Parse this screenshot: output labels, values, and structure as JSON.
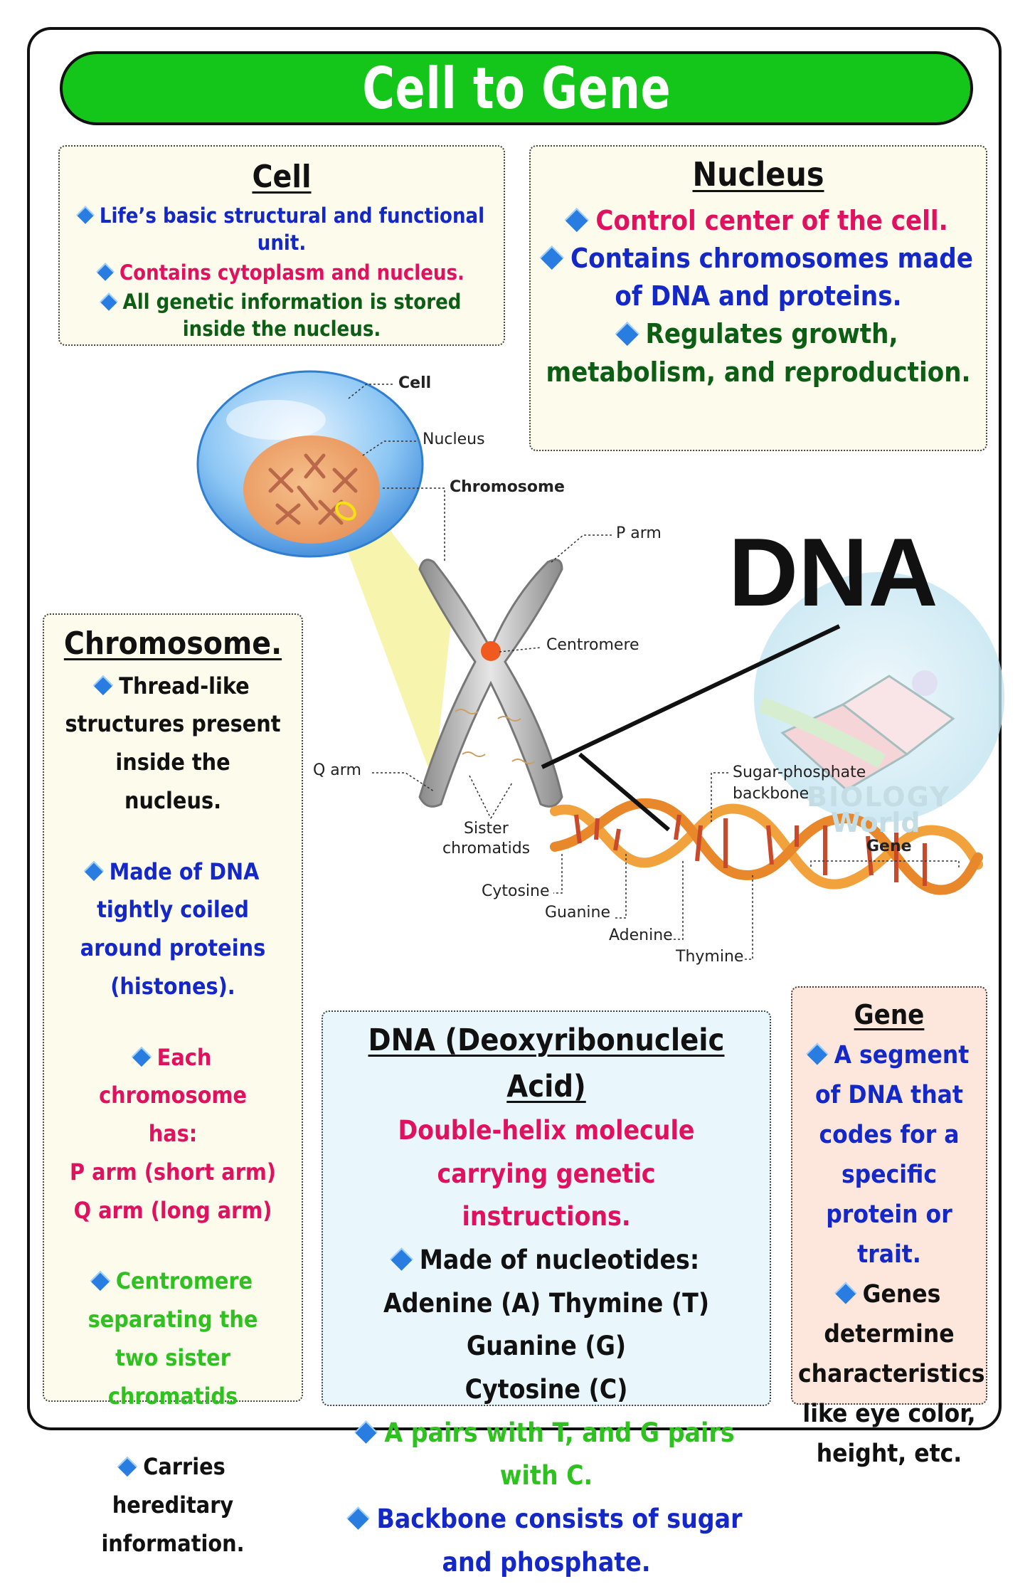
{
  "title": "Cell to Gene",
  "cell_box": {
    "heading": "Cell",
    "items": [
      "Life’s basic structural and functional unit.",
      "Contains cytoplasm and nucleus.",
      "All genetic information is stored inside the nucleus."
    ]
  },
  "nucleus_box": {
    "heading": "Nucleus",
    "items": [
      "Control center of the cell.",
      "Contains chromosomes made of DNA and proteins.",
      "Regulates growth, metabolism, and reproduction."
    ]
  },
  "chromosome_box": {
    "heading": "Chromosome.",
    "item1": "Thread-like structures present inside the nucleus.",
    "item2": "Made of DNA tightly coiled around proteins (histones).",
    "item3": "Each chromosome has:",
    "item3_p": "P arm (short arm)",
    "item3_q": "Q arm (long arm)",
    "item4": "Centromere separating the two sister chromatids",
    "item5": "Carries hereditary information."
  },
  "dna_box": {
    "heading": "DNA (Deoxyribonucleic Acid)",
    "intro": "Double-helix molecule carrying genetic instructions.",
    "item1": "Made of nucleotides:",
    "bases_line1": "Adenine (A) Thymine (T) Guanine (G)",
    "bases_line2": "Cytosine (C)",
    "item2": "A pairs with T, and G pairs with C.",
    "item3": "Backbone consists of sugar and phosphate."
  },
  "gene_box": {
    "heading": "Gene",
    "item1": "A segment of DNA that codes for a specific protein or trait.",
    "item2": "Genes determine characteristics like eye color, height, etc."
  },
  "diagram": {
    "big_label": "DNA",
    "labels": {
      "cell": "Cell",
      "nucleus": "Nucleus",
      "chromosome": "Chromosome",
      "p_arm": "P arm",
      "centromere": "Centromere",
      "q_arm": "Q arm",
      "sister_chromatids_1": "Sister",
      "sister_chromatids_2": "chromatids",
      "sugar_phosphate_1": "Sugar-phosphate",
      "sugar_phosphate_2": "backbone",
      "gene": "Gene",
      "cytosine": "Cytosine",
      "guanine": "Guanine",
      "adenine": "Adenine",
      "thymine": "Thymine"
    },
    "watermark": {
      "line1": "BIOLOGY",
      "line2": "World"
    }
  },
  "colors": {
    "banner": "#15c61a",
    "blue_text": "#1428c8",
    "pink_text": "#e0115f",
    "dark_green_text": "#0b5e14",
    "light_green_text": "#2fc11f",
    "bullet": "#2a7de0"
  }
}
